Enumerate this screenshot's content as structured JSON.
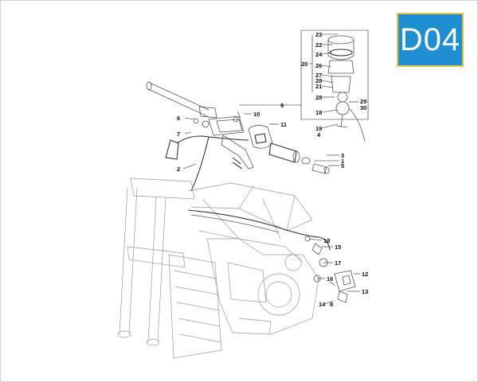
{
  "badge": {
    "code": "D04",
    "bg_color": "#1f8fd1",
    "border_color": "#e8c04a"
  },
  "callouts": [
    {
      "id": "c23",
      "text": "23"
    },
    {
      "id": "c22",
      "text": "22"
    },
    {
      "id": "c24",
      "text": "24"
    },
    {
      "id": "c20",
      "text": "20"
    },
    {
      "id": "c26",
      "text": "26"
    },
    {
      "id": "c27",
      "text": "27"
    },
    {
      "id": "c28a",
      "text": "28"
    },
    {
      "id": "c21",
      "text": "21"
    },
    {
      "id": "c28b",
      "text": "28"
    },
    {
      "id": "c29",
      "text": "29"
    },
    {
      "id": "c30",
      "text": "30"
    },
    {
      "id": "c18a",
      "text": "18"
    },
    {
      "id": "c19",
      "text": "19"
    },
    {
      "id": "c4",
      "text": "4"
    },
    {
      "id": "c9",
      "text": "9"
    },
    {
      "id": "c10",
      "text": "10"
    },
    {
      "id": "c6",
      "text": "6"
    },
    {
      "id": "c11",
      "text": "11"
    },
    {
      "id": "c7",
      "text": "7"
    },
    {
      "id": "c3",
      "text": "3"
    },
    {
      "id": "c1",
      "text": "1"
    },
    {
      "id": "c5",
      "text": "5"
    },
    {
      "id": "c2",
      "text": "2"
    },
    {
      "id": "c18b",
      "text": "18"
    },
    {
      "id": "c15",
      "text": "15"
    },
    {
      "id": "c17",
      "text": "17"
    },
    {
      "id": "c16",
      "text": "16"
    },
    {
      "id": "c12",
      "text": "12"
    },
    {
      "id": "c13",
      "text": "13"
    },
    {
      "id": "c14",
      "text": "14"
    },
    {
      "id": "c8",
      "text": "8"
    }
  ]
}
